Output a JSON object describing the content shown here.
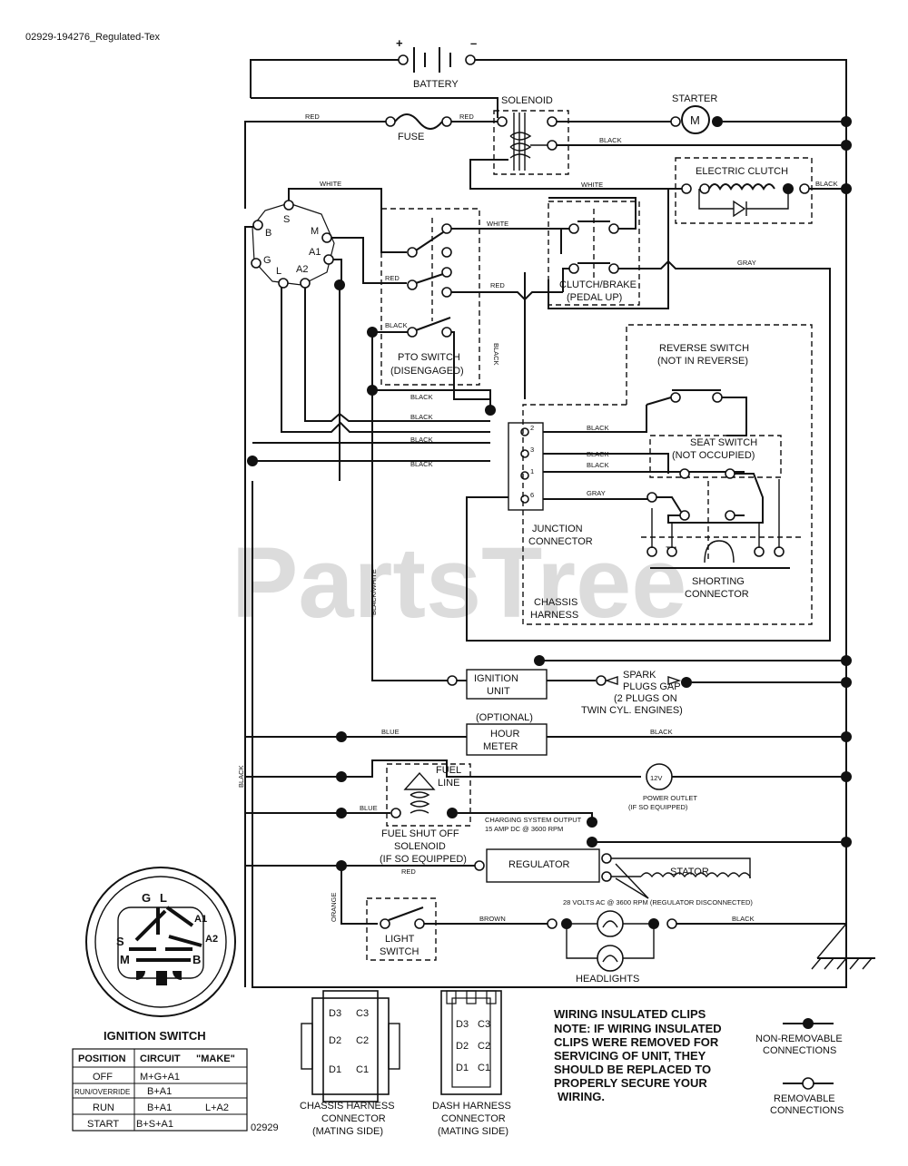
{
  "header": {
    "ref": "02929-194276_Regulated-Tex",
    "page_ref": "02929"
  },
  "watermark": {
    "text": "PartsTree",
    "tm": "™"
  },
  "components": {
    "battery": "BATTERY",
    "battery_plus": "+",
    "battery_minus": "–",
    "solenoid": "SOLENOID",
    "starter": "STARTER",
    "starter_symbol": "M",
    "fuse": "FUSE",
    "electric_clutch": "ELECTRIC CLUTCH",
    "clutch_brake": [
      "CLUTCH/BRAKE",
      "(PEDAL UP)"
    ],
    "pto_switch": [
      "PTO SWITCH",
      "(DISENGAGED)"
    ],
    "reverse_switch": [
      "REVERSE SWITCH",
      "(NOT IN REVERSE)"
    ],
    "seat_switch": [
      "SEAT SWITCH",
      "(NOT OCCUPIED)"
    ],
    "junction_connector": [
      "JUNCTION",
      "CONNECTOR"
    ],
    "shorting_connector": [
      "SHORTING",
      "CONNECTOR"
    ],
    "chassis_harness": [
      "CHASSIS",
      "HARNESS"
    ],
    "ignition_unit": [
      "IGNITION",
      "UNIT"
    ],
    "spark_plugs": [
      "SPARK",
      "PLUGS GAP",
      "(2 PLUGS ON",
      "TWIN CYL. ENGINES)"
    ],
    "hour_meter": [
      "(OPTIONAL)",
      "HOUR",
      "METER"
    ],
    "fuel_line": [
      "FUEL",
      "LINE"
    ],
    "power_outlet": [
      "POWER OUTLET",
      "(IF SO EQUIPPED)"
    ],
    "power_outlet_symbol": "12V",
    "fuel_shutoff": [
      "FUEL SHUT OFF",
      "SOLENOID",
      "(IF SO EQUIPPED)"
    ],
    "charging_output": [
      "CHARGING SYSTEM OUTPUT",
      "15 AMP DC @ 3600 RPM"
    ],
    "regulator": "REGULATOR",
    "stator": "STATOR",
    "stator_ac": "28 VOLTS AC @ 3600 RPM (REGULATOR DISCONNECTED)",
    "light_switch": [
      "LIGHT",
      "SWITCH"
    ],
    "headlights": "HEADLIGHTS",
    "junction_pins": [
      "2",
      "3",
      "1",
      "6"
    ]
  },
  "wire_colors": {
    "red": "RED",
    "black": "BLACK",
    "white": "WHITE",
    "gray": "GRAY",
    "blue": "BLUE",
    "orange": "ORANGE",
    "brown": "BROWN",
    "black_white": "BLACK/WHITE"
  },
  "ignition_terminals": {
    "s": "S",
    "b": "B",
    "g": "G",
    "l": "L",
    "m": "M",
    "a1": "A1",
    "a2": "A2"
  },
  "ignition_switch": {
    "title": "IGNITION SWITCH",
    "headers": [
      "POSITION",
      "CIRCUIT",
      "\"MAKE\""
    ],
    "rows": [
      [
        "OFF",
        "M+G+A1",
        ""
      ],
      [
        "RUN/OVERRIDE",
        "B+A1",
        ""
      ],
      [
        "RUN",
        "B+A1",
        "L+A2"
      ],
      [
        "START",
        "B+S+A1",
        ""
      ]
    ],
    "face_letters": [
      "G",
      "L",
      "A1",
      "A2",
      "S",
      "M",
      "B"
    ]
  },
  "connectors": {
    "chassis": [
      "CHASSIS HARNESS",
      "CONNECTOR",
      "(MATING SIDE)"
    ],
    "chassis_pins": [
      "D3",
      "C3",
      "D2",
      "C2",
      "D1",
      "C1"
    ],
    "dash": [
      "DASH HARNESS",
      "CONNECTOR",
      "(MATING SIDE)"
    ],
    "dash_pins": [
      "D3",
      "C3",
      "D2",
      "C2",
      "D1",
      "C1"
    ]
  },
  "notes": {
    "title": "WIRING INSULATED CLIPS",
    "body": [
      "NOTE: IF WIRING INSULATED",
      "CLIPS WERE REMOVED FOR",
      "SERVICING OF UNIT, THEY",
      "SHOULD BE REPLACED TO",
      "PROPERLY SECURE YOUR",
      "WIRING."
    ]
  },
  "legend": {
    "non_removable": [
      "NON-REMOVABLE",
      "CONNECTIONS"
    ],
    "removable": [
      "REMOVABLE",
      "CONNECTIONS"
    ]
  }
}
